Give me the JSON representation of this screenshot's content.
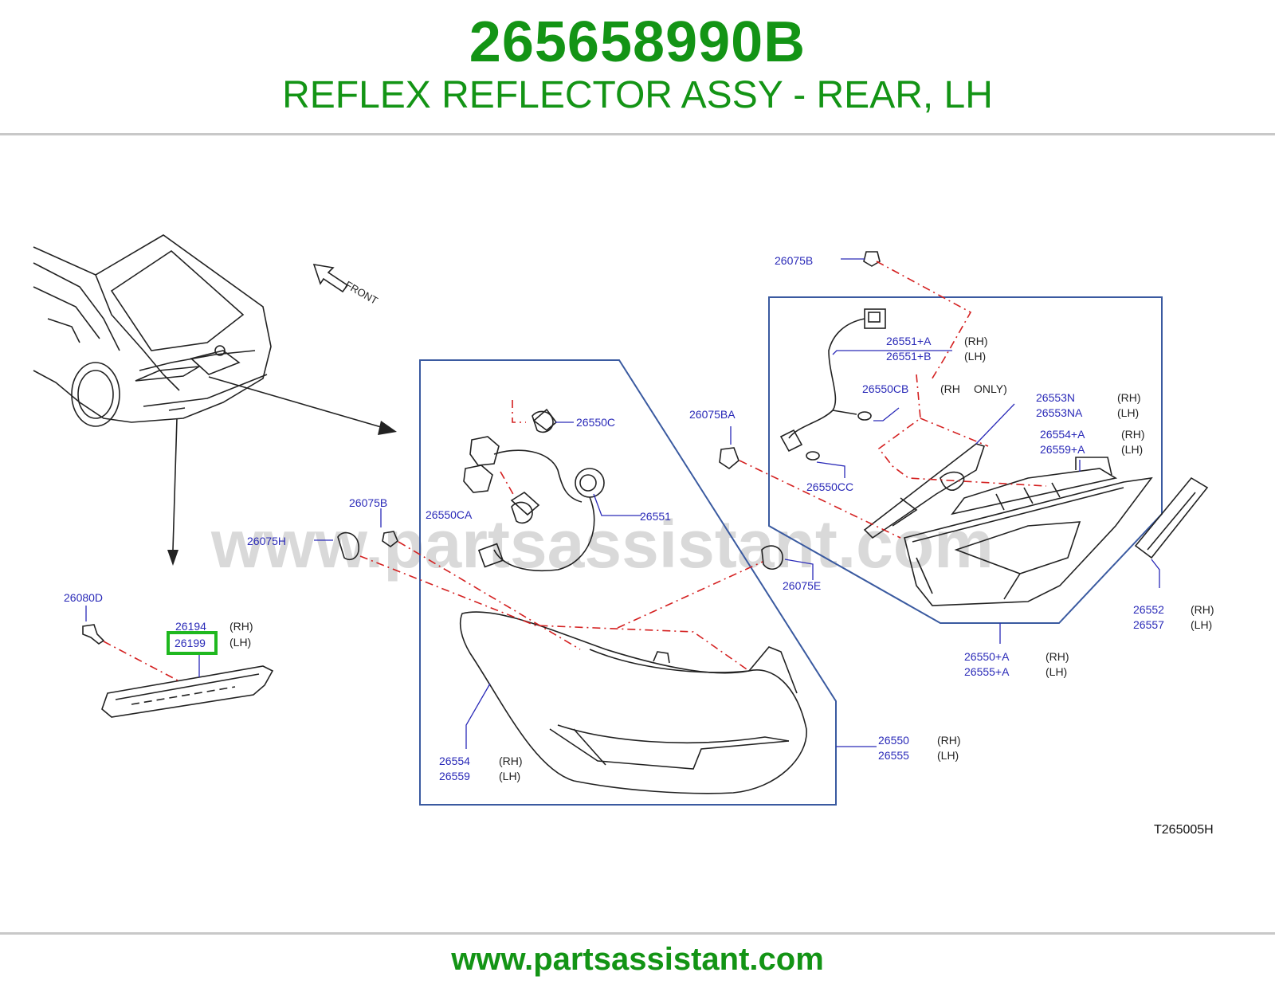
{
  "header": {
    "part_number": "265658990B",
    "description": "REFLEX REFLECTOR ASSY - REAR, LH"
  },
  "footer": {
    "url": "www.partsassistant.com"
  },
  "diagram": {
    "watermark": "www.partsassistant.com",
    "front_label": "FRONT",
    "reference": "T265005H",
    "labels": {
      "l26075B_top": "26075B",
      "l26551A": "26551+A",
      "l26551B": "26551+B",
      "l26550CB": "26550CB",
      "l26553N": "26553N",
      "l26553NA": "26553NA",
      "l26554A": "26554+A",
      "l26559A": "26559+A",
      "l26075BA": "26075BA",
      "l26550CC": "26550CC",
      "l26550C": "26550C",
      "l26550CA": "26550CA",
      "l26551": "26551",
      "l26075B_mid": "26075B",
      "l26075H": "26075H",
      "l26075E": "26075E",
      "l26080D": "26080D",
      "l26194": "26194",
      "l26199": "26199",
      "l26552": "26552",
      "l26557": "26557",
      "l26550A": "26550+A",
      "l26555A": "26555+A",
      "l26554": "26554",
      "l26559": "26559",
      "l26550": "26550",
      "l26555": "26555"
    },
    "sides": {
      "rh": "(RH)",
      "lh": "(LH)",
      "rh_only_a": "(RH",
      "rh_only_b": "ONLY)"
    },
    "highlight_color": "#1fb81f"
  }
}
